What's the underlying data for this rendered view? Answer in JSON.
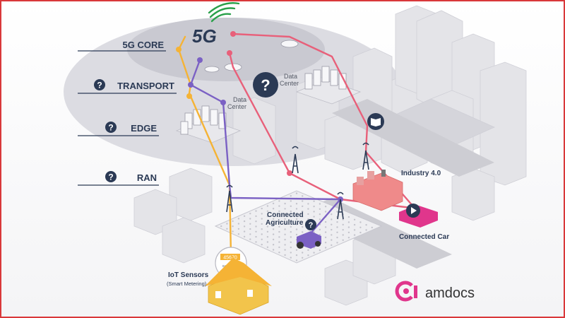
{
  "diagram": {
    "brand_5g": "5G",
    "layers": [
      {
        "label": "5G CORE",
        "has_question": false
      },
      {
        "label": "TRANSPORT",
        "has_question": true
      },
      {
        "label": "EDGE",
        "has_question": true
      },
      {
        "label": "RAN",
        "has_question": true
      }
    ],
    "data_center_1": "Data Center",
    "data_center_2": "Data Center",
    "use_cases": {
      "industry": "Industry 4.0",
      "agriculture": "Connected Agriculture",
      "car": "Connected Car",
      "iot": "IoT Sensors",
      "iot_sub": "(Smart Metering)"
    },
    "meter_reading": "45670",
    "meter_caption": "Smart Meter",
    "question_mark": "?",
    "logo_text": "amdocs"
  },
  "colors": {
    "frame": "#d9383a",
    "orange_path": "#f5b335",
    "purple_path": "#7b61c4",
    "pink_path": "#e8607a",
    "navy": "#2b3a55",
    "car": "#e0368c",
    "factory": "#ef8a8a",
    "house": "#f2c44b",
    "logo_a": "#e0368c",
    "logo_text": "#333333",
    "wifi_green": "#2aa04a"
  },
  "icons": [
    "question-icon",
    "wifi-5g-icon",
    "tower-icon",
    "play-icon",
    "book-icon",
    "meter-icon",
    "tractor-icon",
    "logo-a-icon"
  ]
}
